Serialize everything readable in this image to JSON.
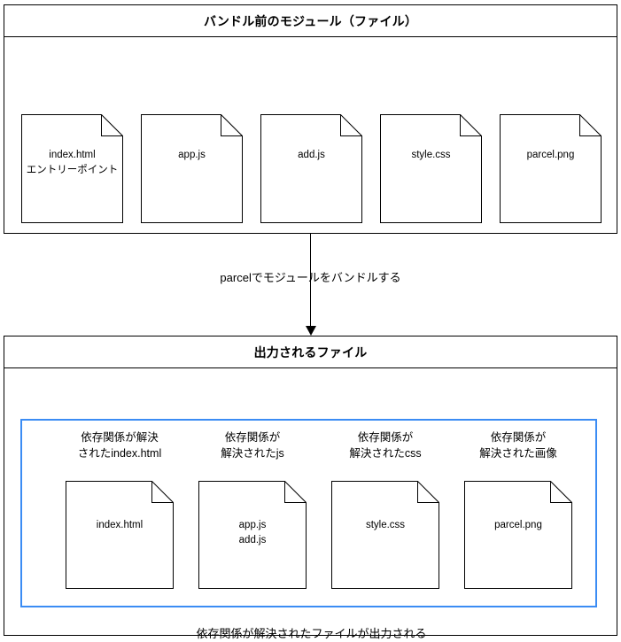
{
  "diagram": {
    "top_panel": {
      "title": "バンドル前のモジュール（ファイル）",
      "files": [
        {
          "name": "file-index-html",
          "label": "index.html\nエントリーポイント"
        },
        {
          "name": "file-app-js",
          "label": "app.js"
        },
        {
          "name": "file-add-js",
          "label": "add.js"
        },
        {
          "name": "file-style-css",
          "label": "style.css"
        },
        {
          "name": "file-parcel-png",
          "label": "parcel.png"
        }
      ]
    },
    "arrow": {
      "label": "parcelでモジュールをバンドルする"
    },
    "bottom_panel": {
      "title": "出力されるファイル",
      "group_labels": [
        "依存関係が解決\nされたindex.html",
        "依存関係が\n解決されたjs",
        "依存関係が\n解決されたcss",
        "依存関係が\n解決された画像"
      ],
      "files": [
        {
          "name": "output-index-html",
          "label": "index.html"
        },
        {
          "name": "output-js",
          "label": "app.js\nadd.js"
        },
        {
          "name": "output-css",
          "label": "style.css"
        },
        {
          "name": "output-image",
          "label": "parcel.png"
        }
      ],
      "caption": "依存関係が解決されたファイルが出力される"
    },
    "colors": {
      "stroke": "#000000",
      "group_accent": "#3b8cf4",
      "background": "#ffffff"
    }
  }
}
